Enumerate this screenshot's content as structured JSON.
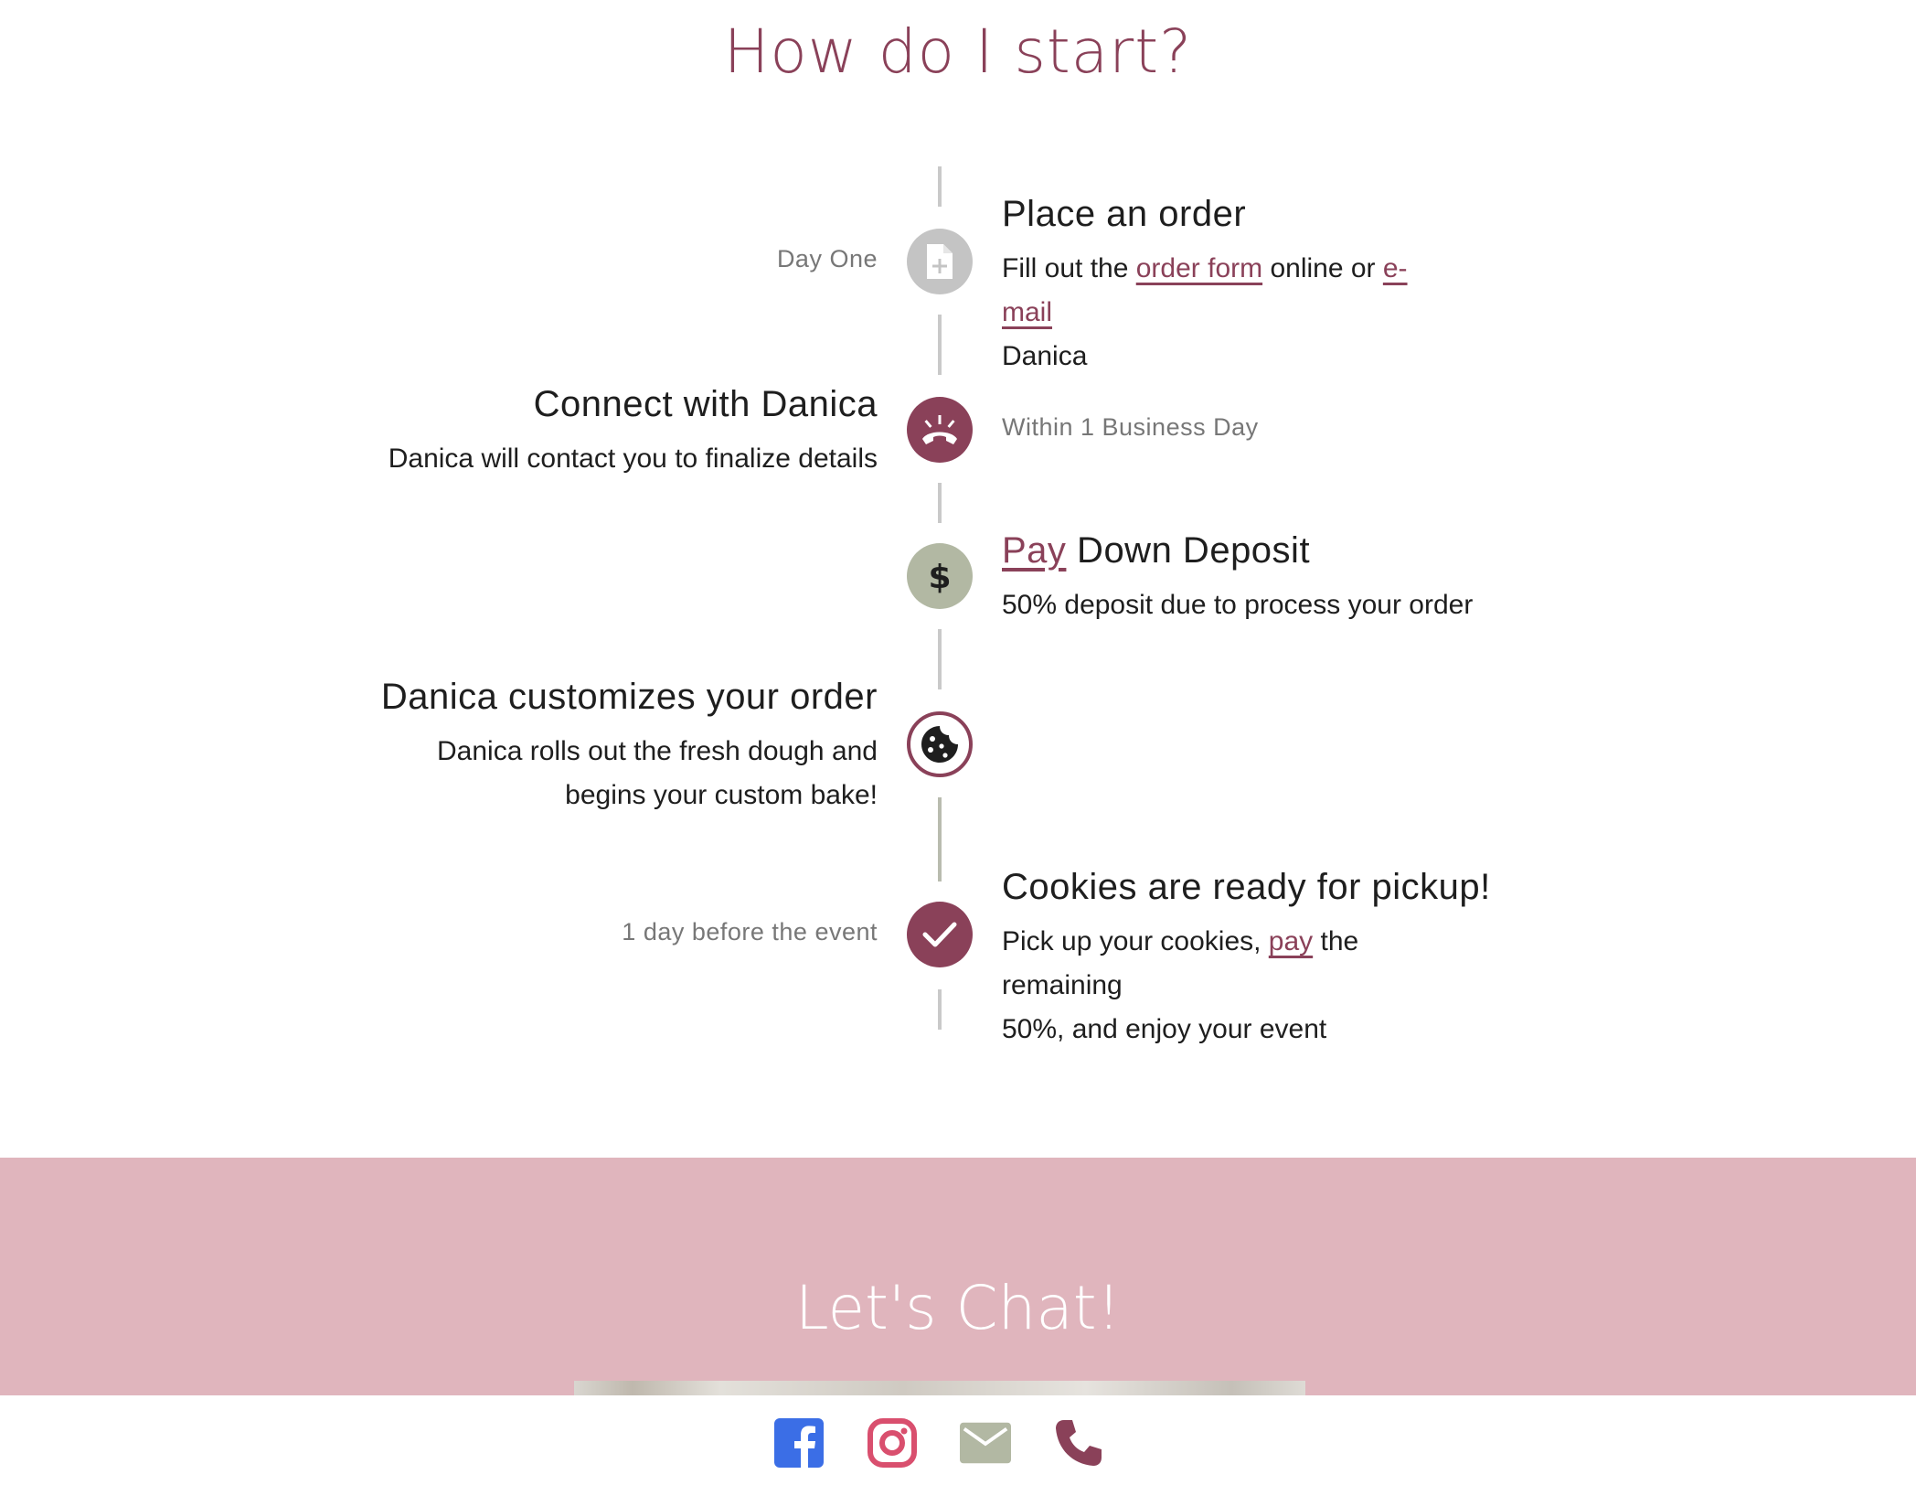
{
  "page": {
    "title": "How do I start?"
  },
  "colors": {
    "brand": "#8a4159",
    "gray": "#c4c4c4",
    "sage": "#b2b8a3",
    "pink_band": "#e0b5bd"
  },
  "steps": [
    {
      "title": "Place an order",
      "desc_parts": [
        "Fill out the ",
        "order form",
        " online or ",
        "e-mail",
        " Danica"
      ],
      "time": "Day One",
      "icon": "document-plus-icon"
    },
    {
      "title": "Connect with Danica",
      "desc": "Danica will contact you to finalize details",
      "time": "Within 1 Business Day",
      "icon": "phone-ringing-icon"
    },
    {
      "title_parts": [
        "Pay",
        " Down Deposit"
      ],
      "desc": "50% deposit due to process your order",
      "icon": "dollar-icon"
    },
    {
      "title": "Danica customizes your order",
      "desc_lines": [
        "Danica rolls out the fresh dough and",
        "begins your custom bake!"
      ],
      "icon": "cookie-icon"
    },
    {
      "title": "Cookies are ready for pickup!",
      "desc_parts": [
        "Pick up your cookies, ",
        "pay",
        " the remaining",
        "50%, and enjoy your event"
      ],
      "time": "1 day before the event",
      "icon": "checkmark-icon"
    }
  ],
  "chat": {
    "title": "Let's Chat!"
  },
  "social": [
    "facebook-icon",
    "instagram-icon",
    "email-icon",
    "phone-icon"
  ]
}
